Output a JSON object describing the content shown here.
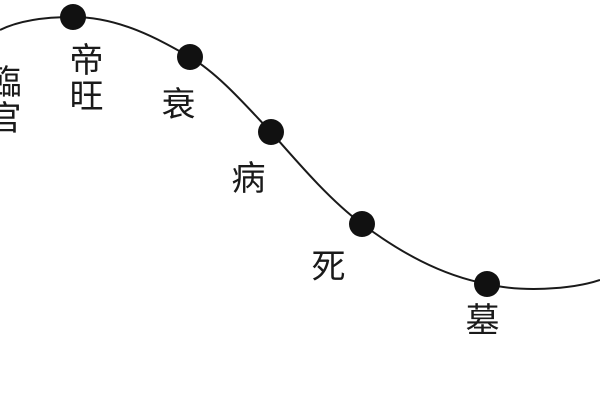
{
  "curve": {
    "stroke_color": "#1a1a1a",
    "dot_color": "#111111"
  },
  "stages": [
    {
      "id": "linguan",
      "label": "臨官"
    },
    {
      "id": "diwang",
      "label": "帝旺"
    },
    {
      "id": "shuai",
      "label": "衰"
    },
    {
      "id": "bing",
      "label": "病"
    },
    {
      "id": "si",
      "label": "死"
    },
    {
      "id": "mu",
      "label": "墓"
    }
  ]
}
